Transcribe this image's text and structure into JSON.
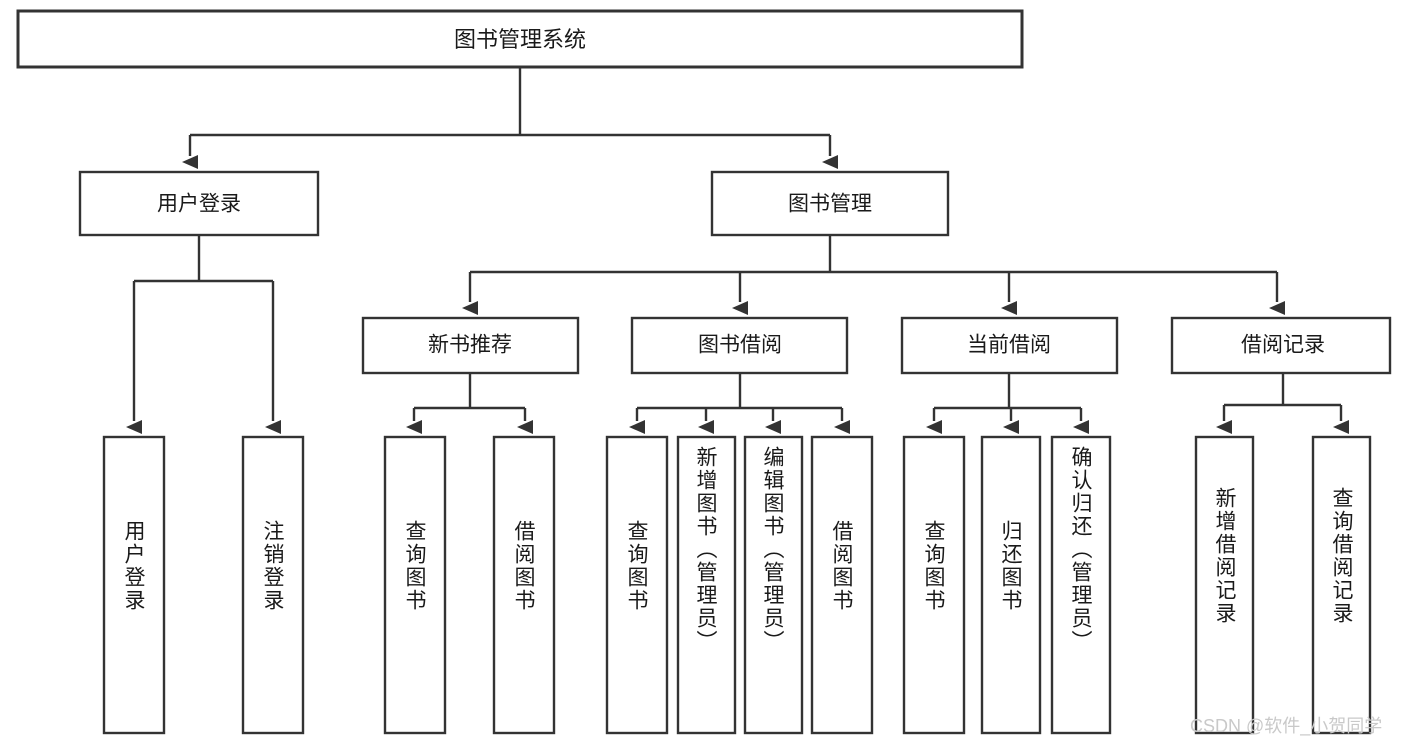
{
  "diagram": {
    "title": "图书管理系统",
    "watermark": "CSDN @软件_小贺同学",
    "colors": {
      "stroke": "#333333",
      "fill": "#ffffff",
      "text": "#1a1a1a",
      "watermark": "#c9c9c9"
    },
    "nodes": {
      "root": {
        "label": "图书管理系统"
      },
      "level2": [
        {
          "id": "user-login",
          "label": "用户登录"
        },
        {
          "id": "book-manage",
          "label": "图书管理"
        }
      ],
      "level3": [
        {
          "id": "new-book-recommend",
          "label": "新书推荐"
        },
        {
          "id": "book-borrow",
          "label": "图书借阅"
        },
        {
          "id": "current-borrow",
          "label": "当前借阅"
        },
        {
          "id": "borrow-record",
          "label": "借阅记录"
        }
      ],
      "leaves": {
        "user-login": [
          {
            "id": "leaf-user-login",
            "label": "用户登录"
          },
          {
            "id": "leaf-logout",
            "label": "注销登录"
          }
        ],
        "new-book-recommend": [
          {
            "id": "leaf-query-book-1",
            "label": "查询图书"
          },
          {
            "id": "leaf-borrow-book-1",
            "label": "借阅图书"
          }
        ],
        "book-borrow": [
          {
            "id": "leaf-query-book-2",
            "label": "查询图书"
          },
          {
            "id": "leaf-add-book",
            "label": "新增图书（管理员）"
          },
          {
            "id": "leaf-edit-book",
            "label": "编辑图书（管理员）"
          },
          {
            "id": "leaf-borrow-book-2",
            "label": "借阅图书"
          }
        ],
        "current-borrow": [
          {
            "id": "leaf-query-book-3",
            "label": "查询图书"
          },
          {
            "id": "leaf-return-book",
            "label": "归还图书"
          },
          {
            "id": "leaf-confirm-return",
            "label": "确认归还（管理员）"
          }
        ],
        "borrow-record": [
          {
            "id": "leaf-add-record",
            "label": "新增借阅记录"
          },
          {
            "id": "leaf-query-record",
            "label": "查询借阅记录"
          }
        ]
      }
    }
  }
}
